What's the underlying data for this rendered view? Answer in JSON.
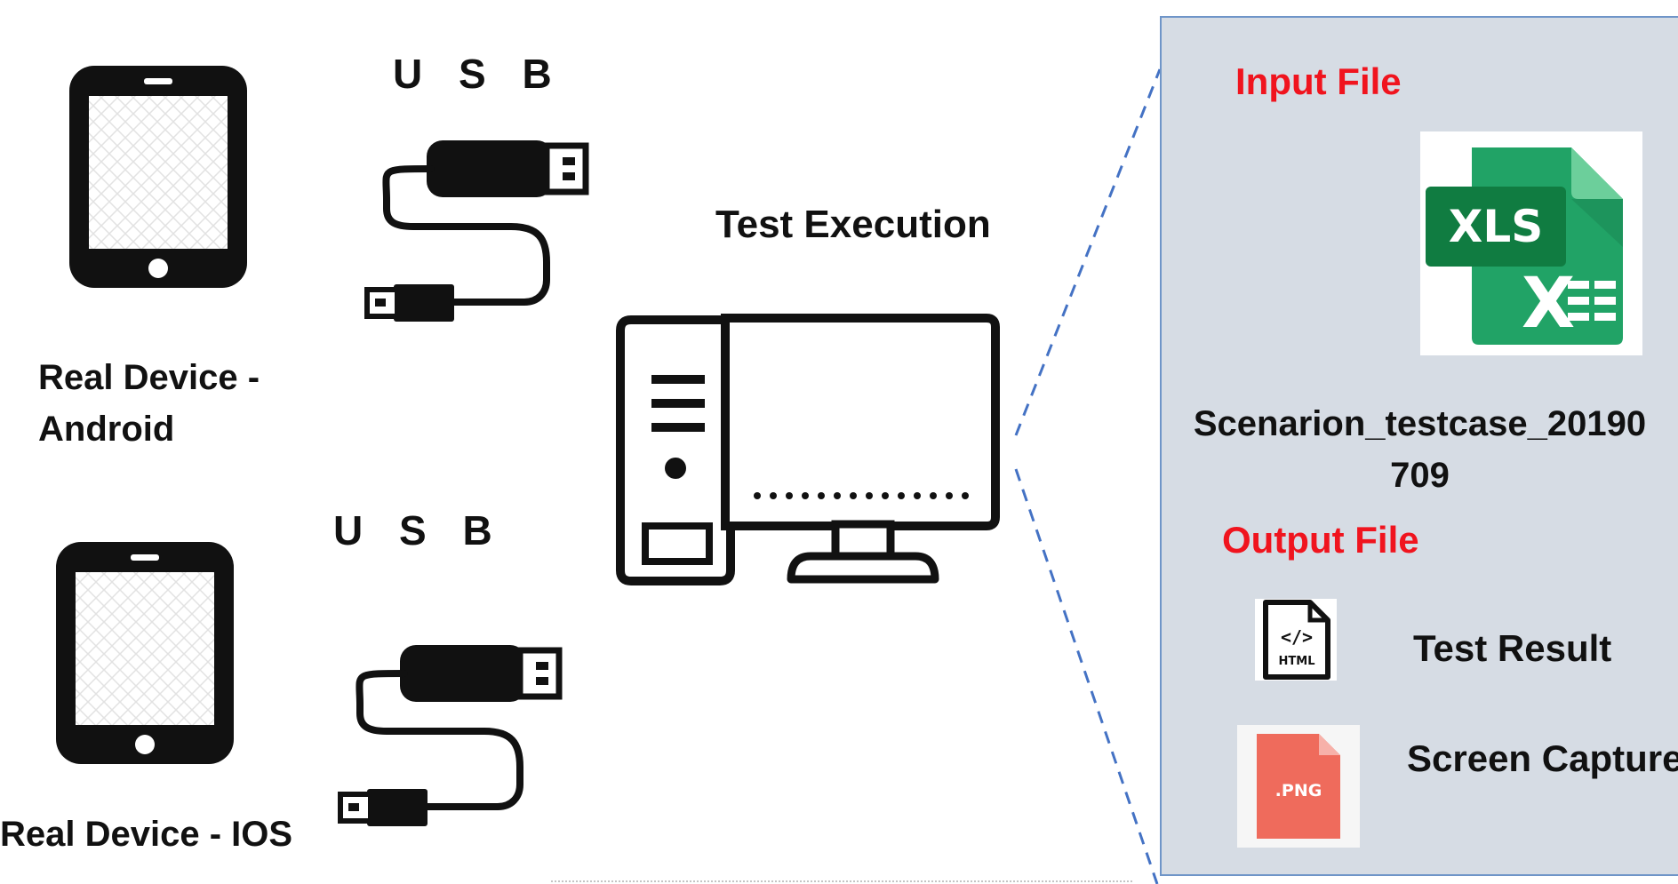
{
  "devices": [
    {
      "label_line1": "Real Device -",
      "label_line2": "Android"
    },
    {
      "label": "Real Device - IOS"
    }
  ],
  "usb_labels": [
    "U S B",
    "U S B"
  ],
  "center": {
    "title": "Test Execution"
  },
  "panel": {
    "input_heading": "Input File",
    "xls_icon_text": "XLS",
    "input_filename_line1": "Scenarion_testcase_20190",
    "input_filename_line2": "709",
    "output_heading": "Output File",
    "outputs": [
      {
        "icon": "html-file-icon",
        "icon_text": "HTML",
        "label": "Test Result"
      },
      {
        "icon": "png-file-icon",
        "icon_text": ".PNG",
        "label": "Screen Capture"
      }
    ]
  },
  "colors": {
    "heading_red": "#f0141e",
    "panel_bg": "#d6dce4",
    "panel_border": "#6f95c8",
    "dashed_line": "#4472c4",
    "excel_green": "#21a366",
    "png_red": "#ef6b5c"
  }
}
